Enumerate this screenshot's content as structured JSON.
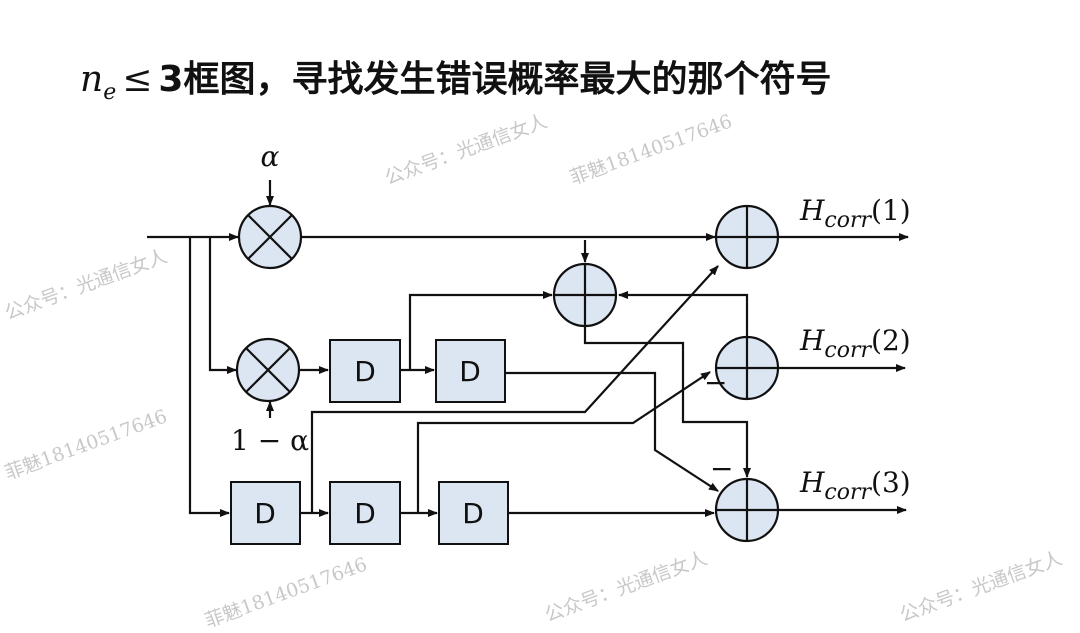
{
  "title": {
    "var": "n",
    "sub": "e",
    "op": "≤",
    "rest": "3框图，寻找发生错误概率最大的那个符号"
  },
  "diagram": {
    "alpha_label": "α",
    "one_minus_alpha_label": "1 − α",
    "delay_label": "D",
    "minus_sign": "−",
    "outputs": [
      {
        "base": "H",
        "sub": "corr",
        "arg": "(1)"
      },
      {
        "base": "H",
        "sub": "corr",
        "arg": "(2)"
      },
      {
        "base": "H",
        "sub": "corr",
        "arg": "(3)"
      }
    ],
    "colors": {
      "block_fill": "#dce6f2",
      "stroke": "#111111"
    }
  },
  "watermarks": {
    "account": "公众号：光通信女人",
    "contact": "菲魅18140517646"
  }
}
